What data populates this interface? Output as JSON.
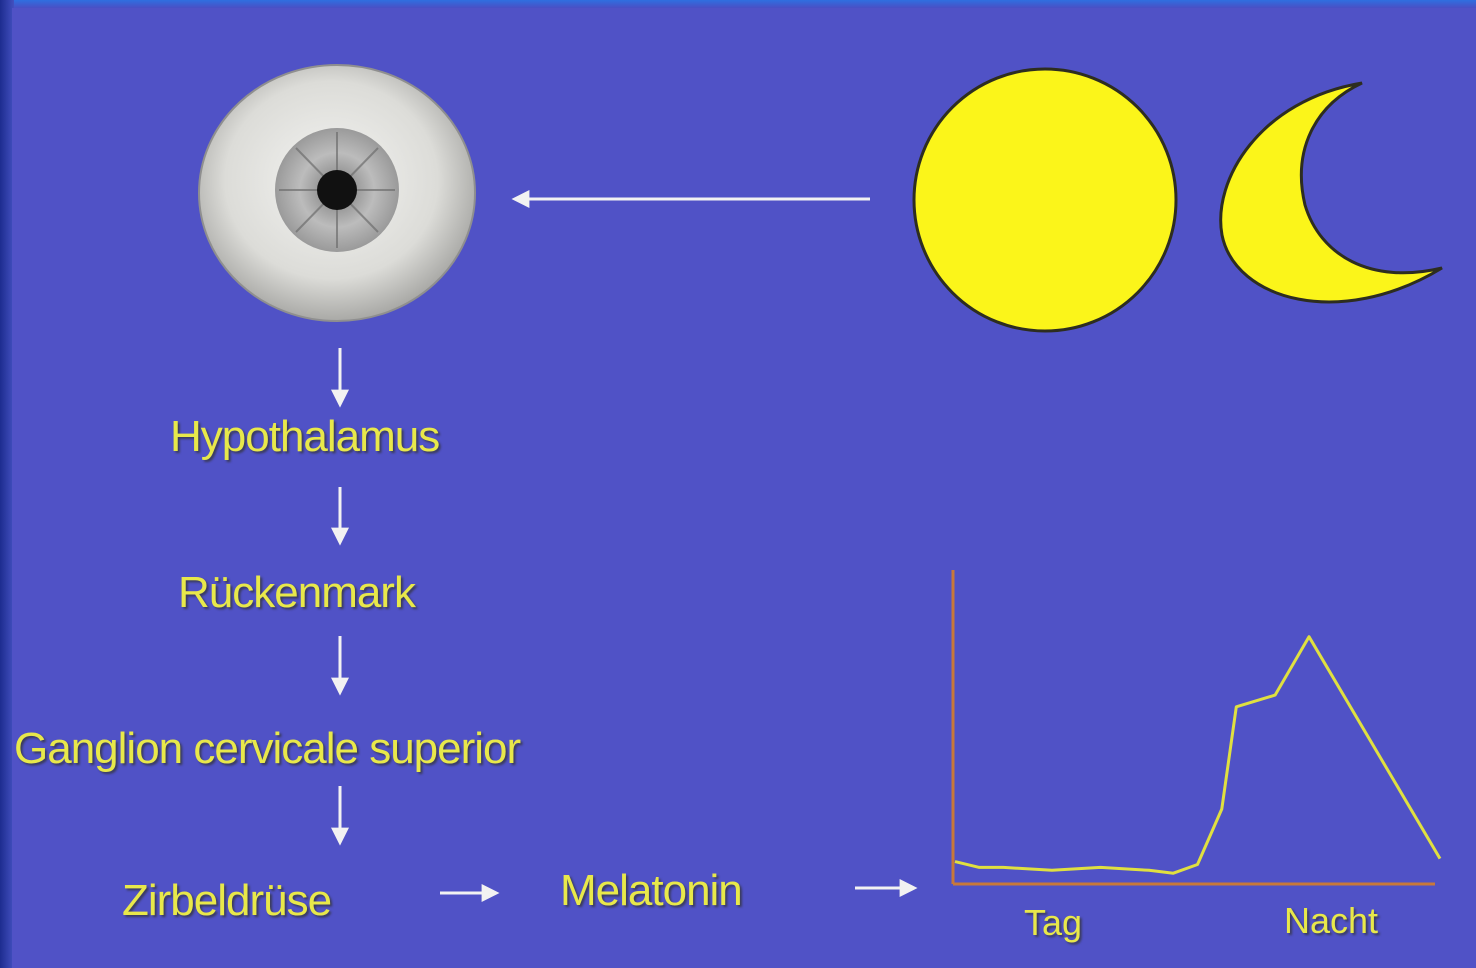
{
  "flow": {
    "hypothalamus": "Hypothalamus",
    "rueckenmark": "Rückenmark",
    "ganglion": "Ganglion cervicale superior",
    "zirbeldruese": "Zirbeldrüse",
    "melatonin": "Melatonin"
  },
  "icons": {
    "eye": "eye-icon",
    "sun": "sun-icon",
    "moon": "crescent-moon-icon"
  },
  "colors": {
    "background": "#5052c6",
    "label": "#e8e84a",
    "sun": "#fbf51a",
    "axis": "#c8783a",
    "curve": "#e0e040"
  },
  "chart_data": {
    "type": "line",
    "x_categories": [
      "Tag",
      "Nacht"
    ],
    "series": [
      {
        "values": [
          [
            0,
            0.07
          ],
          [
            0.05,
            0.05
          ],
          [
            0.1,
            0.05
          ],
          [
            0.2,
            0.04
          ],
          [
            0.3,
            0.05
          ],
          [
            0.4,
            0.04
          ],
          [
            0.45,
            0.03
          ],
          [
            0.5,
            0.06
          ],
          [
            0.55,
            0.25
          ],
          [
            0.58,
            0.6
          ],
          [
            0.66,
            0.64
          ],
          [
            0.73,
            0.84
          ],
          [
            1.0,
            0.08
          ]
        ]
      }
    ],
    "xlim": [
      0,
      1
    ],
    "ylim": [
      0,
      1
    ],
    "grid": false
  }
}
